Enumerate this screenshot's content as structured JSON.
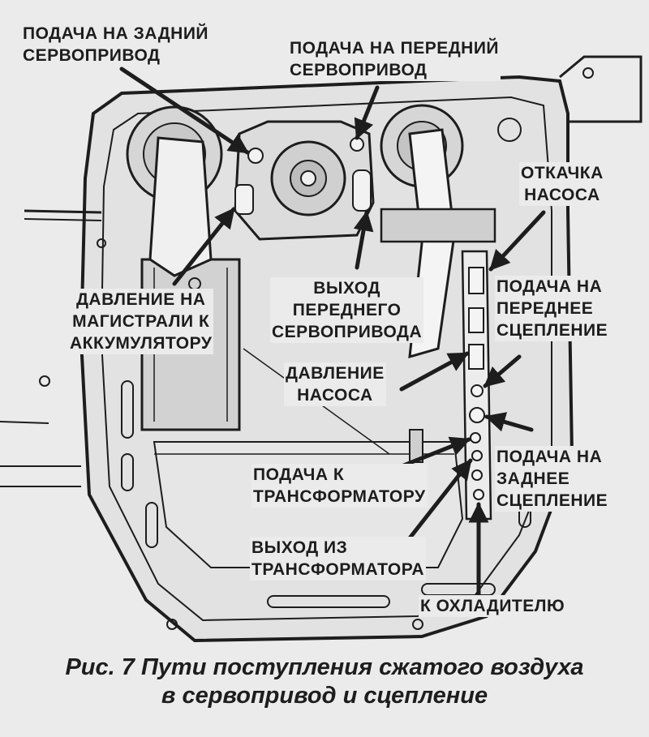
{
  "colors": {
    "background": "#ebebeb",
    "ink": "#1d1d1d",
    "metal": "#d9d9d9",
    "shadow": "#bdbdbd"
  },
  "labels": {
    "rear_servo_feed": "ПОДАЧА НА ЗАДНИЙ\nСЕРВОПРИВОД",
    "front_servo_feed": "ПОДАЧА НА ПЕРЕДНИЙ\nСЕРВОПРИВОД",
    "pump_suction": "ОТКАЧКА\nНАСОСА",
    "line_pressure_accumulator": "ДАВЛЕНИЕ НА\nМАГИСТРАЛИ К\nАККУМУЛЯТОРУ",
    "front_servo_exhaust": "ВЫХОД\nПЕРЕДНЕГО\nСЕРВОПРИВОДА",
    "front_clutch_feed": "ПОДАЧА НА\nПЕРЕДНЕЕ\nСЦЕПЛЕНИЕ",
    "pump_pressure": "ДАВЛЕНИЕ\nНАСОСА",
    "converter_feed": "ПОДАЧА К\nТРАНСФОРМАТОРУ",
    "rear_clutch_feed": "ПОДАЧА НА\nЗАДНЕЕ\nСЦЕПЛЕНИЕ",
    "converter_exhaust": "ВЫХОД ИЗ\nТРАНСФОРМАТОРА",
    "to_cooler": "К ОХЛАДИТЕЛЮ"
  },
  "caption": {
    "line1": "Рис. 7 Пути поступления сжатого воздуха",
    "line2": "в сервопривод и сцепление"
  }
}
